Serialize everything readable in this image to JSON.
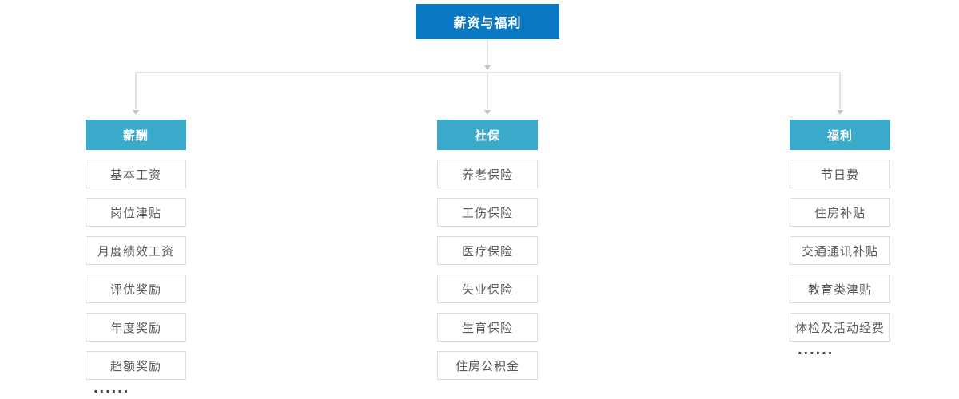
{
  "root": {
    "label": "薪资与福利"
  },
  "columns": [
    {
      "header": "薪酬",
      "items": [
        "基本工资",
        "岗位津贴",
        "月度绩效工资",
        "评优奖励",
        "年度奖励",
        "超额奖励"
      ],
      "more": "......"
    },
    {
      "header": "社保",
      "items": [
        "养老保险",
        "工伤保险",
        "医疗保险",
        "失业保险",
        "生育保险",
        "住房公积金"
      ]
    },
    {
      "header": "福利",
      "items": [
        "节日费",
        "住房补贴",
        "交通通讯补贴",
        "教育类津贴",
        "体检及活动经费"
      ],
      "more": "......"
    }
  ],
  "colors": {
    "root_bg": "#0b78c4",
    "header_bg": "#3aaacb",
    "line": "#e3e3e3",
    "arrow": "#c4c4c4",
    "item_border": "#dcdcdc",
    "item_text": "#595959",
    "dots": "#4a4a4a"
  }
}
